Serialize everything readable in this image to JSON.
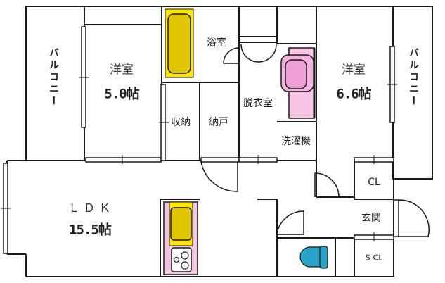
{
  "plan": {
    "colors": {
      "wall": "#1a1a1a",
      "bathtub": "#e8cc00",
      "bathtub_rim": "#ffe600",
      "washbasin": "#f5a8dc",
      "vanity": "#f7c4e4",
      "kitchen_counter": "#f2c6e2",
      "toilet": "#2a9fc4",
      "background": "#ffffff"
    },
    "rooms": {
      "balcony_left": {
        "label": "バルコニー"
      },
      "western_room_1": {
        "label": "洋室",
        "area": "5.0帖"
      },
      "bathroom": {
        "label": "浴室"
      },
      "storage": {
        "label": "収納"
      },
      "closet_nando": {
        "label": "納戸"
      },
      "dressing_room": {
        "label": "脱衣室"
      },
      "washing_machine": {
        "label": "洗濯機"
      },
      "western_room_2": {
        "label": "洋室",
        "area": "6.6帖"
      },
      "balcony_right": {
        "label": "バルコニー"
      },
      "closet": {
        "label": "CL"
      },
      "ldk": {
        "label": "ＬＤＫ",
        "area": "15.5帖"
      },
      "entrance": {
        "label": "玄関"
      },
      "shoe_closet": {
        "label": "S-CL"
      }
    }
  }
}
